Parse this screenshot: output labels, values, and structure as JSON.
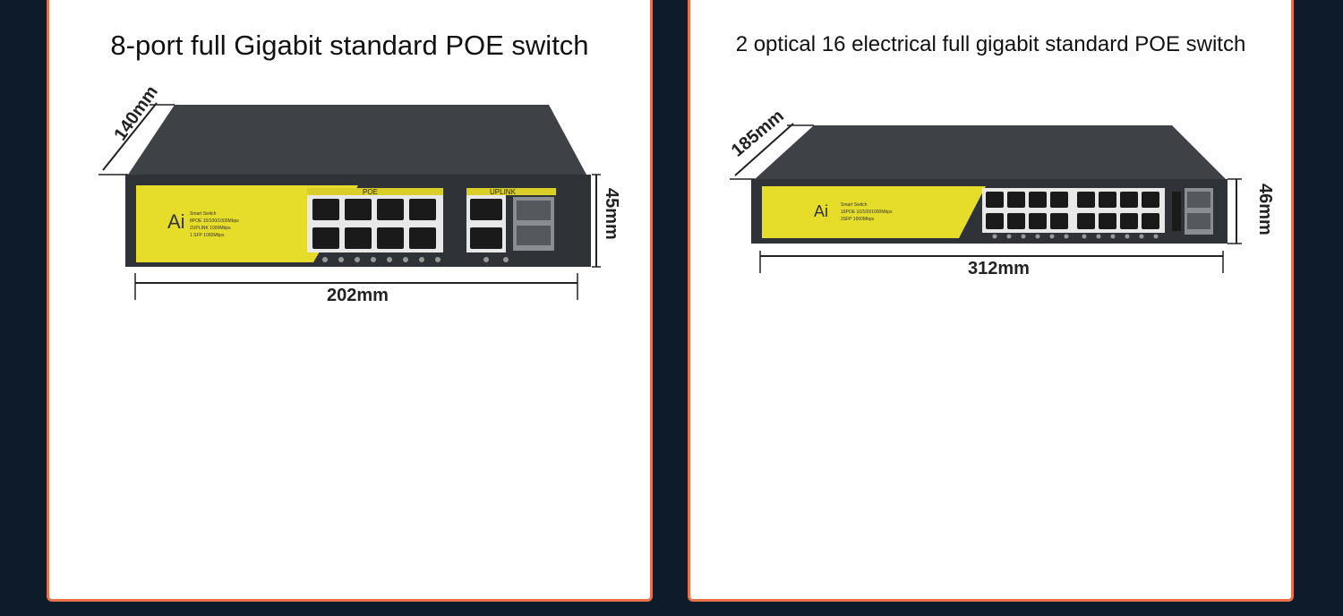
{
  "left_product": {
    "title": "8-port full Gigabit standard POE switch",
    "brand": "Ai",
    "spec_lines": [
      "Smart Switch",
      "8POE 10/100/1000Mbps",
      "2UPLINK 1000Mbps",
      "1 SFP 1000Mbps"
    ],
    "dimensions": {
      "depth": "140mm",
      "height": "45mm",
      "width": "202mm"
    },
    "front_labels": {
      "poe": "POE",
      "uplink": "UPLINK"
    }
  },
  "right_product": {
    "title": "2 optical 16 electrical full gigabit standard POE switch",
    "brand": "Ai",
    "spec_lines": [
      "Smart Switch",
      "16POE 10/100/1000Mbps",
      "2SFP 1000Mbps"
    ],
    "dimensions": {
      "depth": "185mm",
      "height": "46mm",
      "width": "312mm"
    }
  },
  "colors": {
    "border": "#e8734a",
    "page_background": "#0d1b2a",
    "yellow_panel": "#e6dc2a",
    "chassis_dark": "#3a3d42"
  }
}
